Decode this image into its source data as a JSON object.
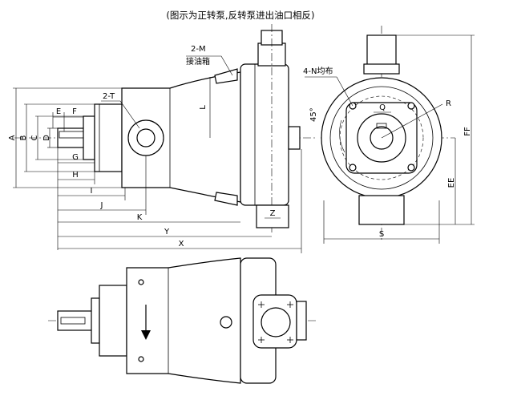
{
  "caption": "(图示为正转泵,反转泵进出油口相反)",
  "callouts": {
    "port_m": "2-M",
    "drain": "接油箱",
    "port_t": "2-T",
    "bolts": "4-N均布",
    "angle": "45°"
  },
  "dimensions": {
    "A": "A",
    "B": "B",
    "C": "C",
    "D": "D",
    "E": "E",
    "F": "F",
    "G": "G",
    "H": "H",
    "I": "I",
    "J": "J",
    "K": "K",
    "Y": "Y",
    "X": "X",
    "L": "L",
    "Z": "Z",
    "Q": "Q",
    "R": "R",
    "S": "S",
    "EE": "EE",
    "FF": "FF"
  },
  "views": {
    "side": "side-elevation-view",
    "end": "end-view",
    "top": "top-plan-view"
  }
}
